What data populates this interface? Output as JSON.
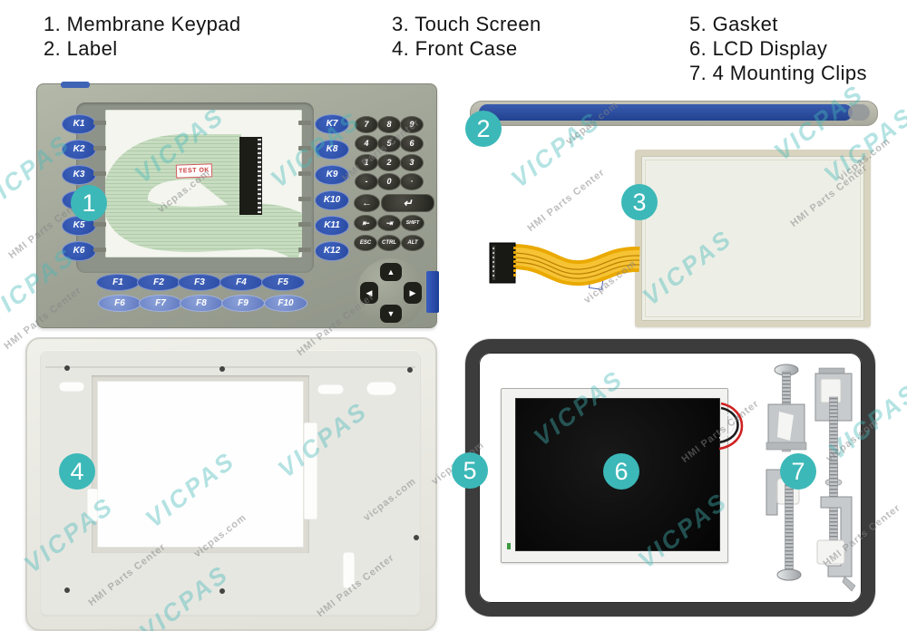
{
  "legend": {
    "columns": [
      {
        "lines": [
          "1. Membrane Keypad",
          "2. Label"
        ]
      },
      {
        "lines": [
          "3. Touch Screen",
          "4. Front Case"
        ]
      },
      {
        "lines": [
          "5. Gasket",
          "6. LCD Display",
          "7. 4 Mounting Clips"
        ]
      }
    ]
  },
  "watermark": {
    "brand": "VICPAS",
    "hmi": "HMI Parts Center",
    "site": "vicpas.com",
    "teal": "#3cb8b8",
    "gray": "#8f8f8f"
  },
  "callouts": {
    "c1": "1",
    "c2": "2",
    "c3": "3",
    "c4": "4",
    "c5": "5",
    "c6": "6",
    "c7": "7"
  },
  "keypad": {
    "left_keys": [
      "K1",
      "K2",
      "K3",
      "K4",
      "K5",
      "K6"
    ],
    "right_keys": [
      "K7",
      "K8",
      "K9",
      "K10",
      "K11",
      "K12"
    ],
    "numpad": [
      "7",
      "8",
      "9",
      "4",
      "5",
      "6",
      "1",
      "2",
      "3",
      "-",
      "0",
      "·"
    ],
    "backspace": "←",
    "enter": "↵",
    "tab_left": "⇤",
    "tab_right": "⇥",
    "shift": "SHIFT",
    "esc": "ESC",
    "ctrl": "CTRL",
    "alt": "ALT",
    "dpad_up": "▲",
    "dpad_down": "▼",
    "dpad_left": "◀",
    "dpad_right": "▶",
    "fkeys_top": [
      "F1",
      "F2",
      "F3",
      "F4",
      "F5"
    ],
    "fkeys_bottom": [
      "F6",
      "F7",
      "F8",
      "F9",
      "F10"
    ],
    "test_label": "TEST OK"
  },
  "colors": {
    "callout_teal": "#3cb8b8",
    "key_blue": "#2e52ae",
    "key_black": "#2a2a24",
    "membrane_body": "#a9ae9e",
    "gasket_dark": "#3c3c3c",
    "label_blue": "#2a4fa5",
    "cable_yellow": "#eaa900"
  }
}
